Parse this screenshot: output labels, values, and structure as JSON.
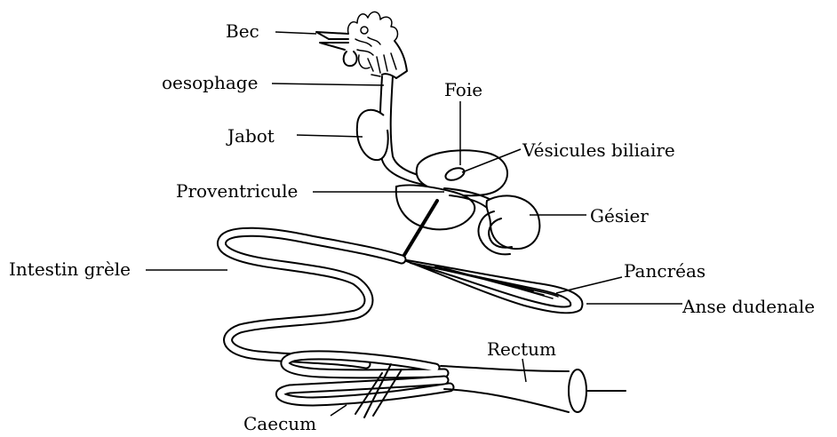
{
  "labels": {
    "bec": "Bec",
    "oesophage": "oesophage",
    "jabot": "Jabot",
    "foie": "Foie",
    "vesicules": "Vésicules biliaire",
    "proventricule": "Proventricule",
    "gesier": "Gésier",
    "intestin": "Intestin grèle",
    "pancreas": "Pancréas",
    "anse": "Anse dudenale",
    "rectum": "Rectum",
    "caecum": "Caecum"
  }
}
